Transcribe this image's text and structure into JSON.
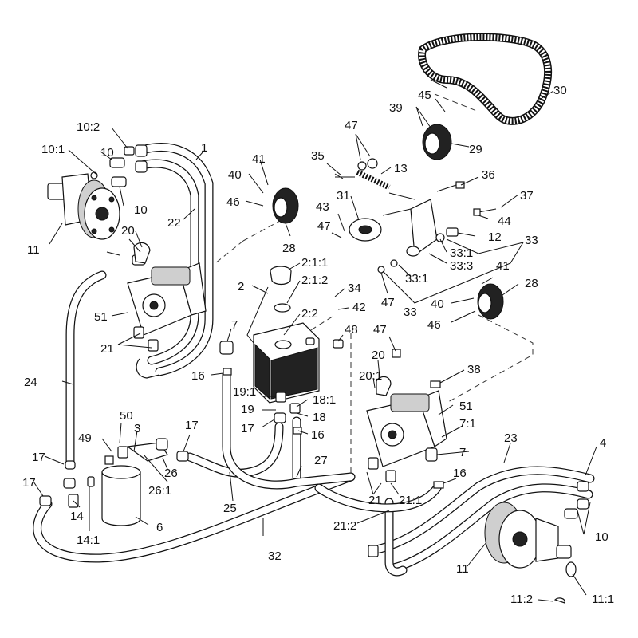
{
  "diagram": {
    "callouts": [
      "1",
      "2",
      "2:1:1",
      "2:1:2",
      "2:2",
      "3",
      "4",
      "6",
      "7",
      "7",
      "7:1",
      "10",
      "10",
      "10",
      "10:1",
      "10:2",
      "11",
      "11",
      "11:1",
      "11:2",
      "12",
      "13",
      "14",
      "14:1",
      "16",
      "16",
      "16",
      "17",
      "17",
      "17",
      "17",
      "18",
      "18:1",
      "19",
      "19:1",
      "20",
      "20",
      "20:1",
      "21",
      "21",
      "21:1",
      "21:2",
      "22",
      "23",
      "24",
      "25",
      "26",
      "26:1",
      "27",
      "28",
      "28",
      "29",
      "30",
      "31",
      "32",
      "33",
      "33",
      "33:1",
      "33:1",
      "33:3",
      "34",
      "35",
      "36",
      "37",
      "38",
      "39",
      "40",
      "40",
      "41",
      "41",
      "42",
      "43",
      "44",
      "45",
      "46",
      "46",
      "47",
      "47",
      "47",
      "47",
      "48",
      "49",
      "50",
      "51",
      "51"
    ]
  }
}
